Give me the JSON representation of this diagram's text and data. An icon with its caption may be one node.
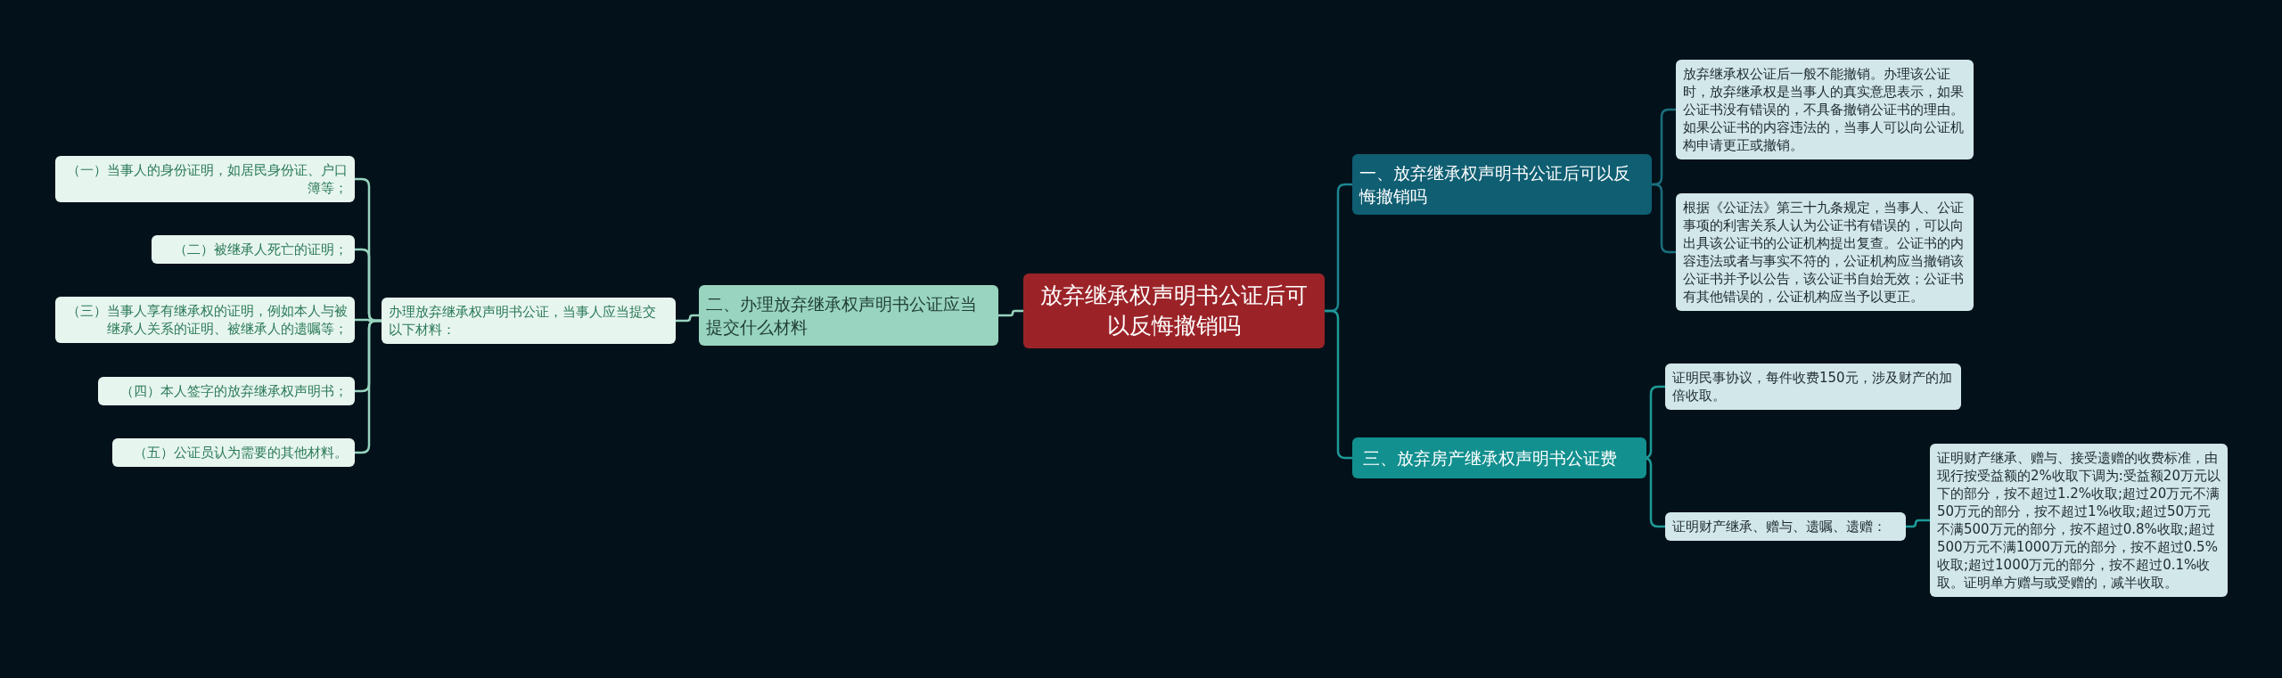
{
  "diagram": {
    "nodes": [
      {
        "text": [
          "放弃继承权声明书公证后可以反悔撤销吗"
        ]
      },
      {
        "text": [
          "二、办理放弃继承权声明书公证应当提交什么材料"
        ]
      },
      {
        "text": [
          "办理放弃继承权声明书公证，当事人应当提交以下材料："
        ]
      },
      {
        "text": [
          "（一）当事人的身份证明，如居民身份证、户口簿等；"
        ]
      },
      {
        "text": [
          "（二）被继承人死亡的证明；"
        ]
      },
      {
        "text": [
          "（三）当事人享有继承权的证明，例如本人与被继承人关系的证明、被继承人的遗嘱等；"
        ]
      },
      {
        "text": [
          "（四）本人签字的放弃继承权声明书；"
        ]
      },
      {
        "text": [
          "（五）公证员认为需要的其他材料。"
        ]
      },
      {
        "text": [
          "一、放弃继承权声明书公证后可以反悔撤销吗"
        ]
      },
      {
        "text": [
          "放弃继承权公证后一般不能撤销。办理该公证时，放弃继承权是当事人的真实意思表示，如果公证书没有错误的，不具备撤销公证书的理由。如果公证书的内容违法的，当事人可以向公证机构申请更正或撤销。"
        ]
      },
      {
        "text": [
          "根据《公证法》第三十九条规定，当事人、公证事项的利害关系人认为公证书有错误的，可以向出具该公证书的公证机构提出复查。公证书的内容违法或者与事实不符的，公证机构应当撤销该公证书并予以公告，该公证书自始无效；公证书有其他错误的，公证机构应当予以更正。"
        ]
      },
      {
        "text": [
          "三、放弃房产继承权声明书公证费"
        ]
      },
      {
        "text": [
          "证明民事协议，每件收费150元，涉及财产的加倍收取。"
        ]
      },
      {
        "text": [
          "证明财产继承、赠与、遗嘱、遗赠："
        ]
      },
      {
        "text": [
          "证明财产继承、赠与、接受遗赠的收费标准，由现行按受益额的2%收取下调为:受益额20万元以下的部分，按不超过1.2%收取;超过20万元不满50万元的部分，按不超过1%收取;超过50万元不满500万元的部分，按不超过0.8%收取;超过500万元不满1000万元的部分，按不超过0.5%收取;超过1000万元的部分，按不超过0.1%收取。证明单方赠与或受赠的，减半收取。"
        ]
      }
    ],
    "edges": [
      {
        "from": 0,
        "to": 1,
        "arrow": "none"
      },
      {
        "from": 1,
        "to": 2,
        "arrow": "none"
      },
      {
        "from": 2,
        "to": 3,
        "arrow": "none"
      },
      {
        "from": 2,
        "to": 4,
        "arrow": "none"
      },
      {
        "from": 2,
        "to": 5,
        "arrow": "none"
      },
      {
        "from": 2,
        "to": 6,
        "arrow": "none"
      },
      {
        "from": 2,
        "to": 7,
        "arrow": "none"
      },
      {
        "from": 0,
        "to": 8,
        "arrow": "none",
        "color": "#1d8590"
      },
      {
        "from": 8,
        "to": 9,
        "arrow": "none",
        "color": "#1a6f7e"
      },
      {
        "from": 8,
        "to": 10,
        "arrow": "none",
        "color": "#1a6f7e"
      },
      {
        "from": 0,
        "to": 11,
        "arrow": "none",
        "color": "#1d9a98"
      },
      {
        "from": 11,
        "to": 12,
        "arrow": "none",
        "color": "#1d9a98"
      },
      {
        "from": 11,
        "to": 13,
        "arrow": "none",
        "color": "#1d9a98"
      },
      {
        "from": 13,
        "to": 14,
        "arrow": "none",
        "color": "#1d9a98"
      }
    ]
  }
}
